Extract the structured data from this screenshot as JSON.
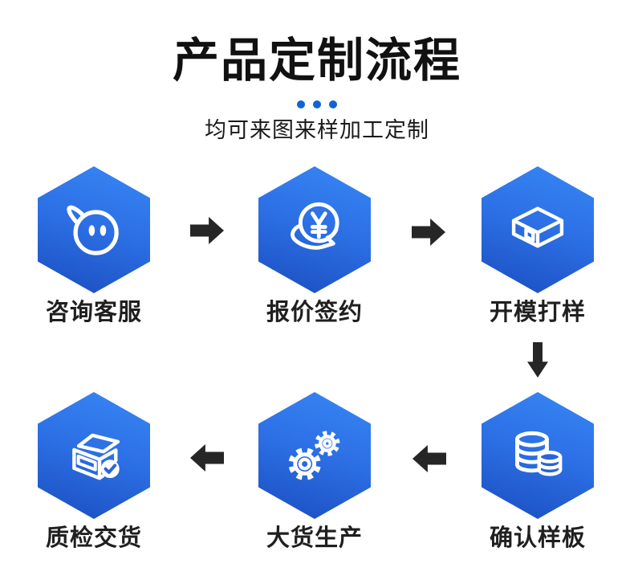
{
  "page": {
    "title": "产品定制流程",
    "subtitle": "均可来图来样加工定制"
  },
  "colors": {
    "title_text": "#111111",
    "subtitle_text": "#1a1a1a",
    "label_text": "#1f1f1f",
    "accent_dot": "#1064d8",
    "arrow": "#262626",
    "hex_gradient_top": "#3787f6",
    "hex_gradient_bottom": "#1a4ec0",
    "icon_stroke": "#ffffff"
  },
  "flow": {
    "rows": [
      {
        "steps": [
          {
            "label": "咨询客服",
            "icon": "customer-service-icon"
          },
          {
            "label": "报价签约",
            "icon": "price-quote-icon"
          },
          {
            "label": "开模打样",
            "icon": "mold-box-icon"
          }
        ]
      },
      {
        "steps": [
          {
            "label": "质检交货",
            "icon": "qc-box-check-icon"
          },
          {
            "label": "大货生产",
            "icon": "production-gears-icon"
          },
          {
            "label": "确认样板",
            "icon": "sample-database-icon"
          }
        ]
      }
    ]
  }
}
